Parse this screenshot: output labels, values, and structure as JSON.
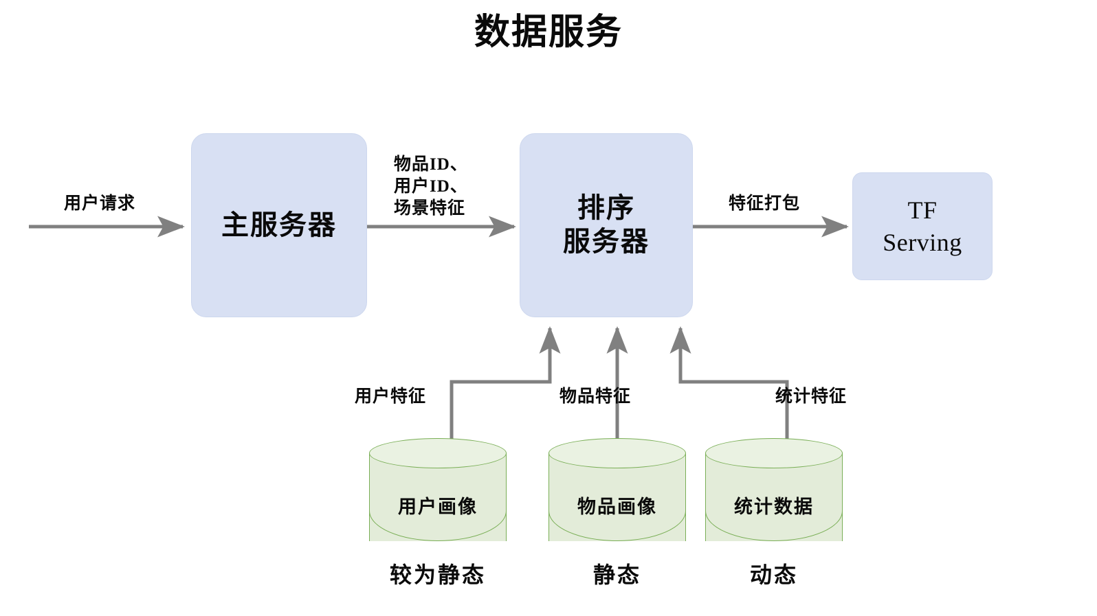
{
  "title": "数据服务",
  "nodes": {
    "main_server": "主服务器",
    "rank_server": "排序\n服务器",
    "tf_serving": "TF\nServing",
    "user_profile_db": "用户画像",
    "item_profile_db": "物品画像",
    "stat_data_db": "统计数据"
  },
  "edge_labels": {
    "user_request": "用户请求",
    "ids_and_scene": "物品ID、\n用户ID、\n场景特征",
    "feature_packing": "特征打包",
    "user_features": "用户特征",
    "item_features": "物品特征",
    "stat_features": "统计特征"
  },
  "captions": {
    "user_profile": "较为静态",
    "item_profile": "静态",
    "stat_data": "动态"
  },
  "colors": {
    "box_fill": "#d8e0f3",
    "box_stroke": "#cdd7ee",
    "cylinder_fill": "#e3ecd9",
    "cylinder_top_fill": "#eaf2e2",
    "cylinder_stroke": "#79ae55",
    "connector": "#808080",
    "text": "#0a0a0a",
    "background": "#ffffff"
  }
}
